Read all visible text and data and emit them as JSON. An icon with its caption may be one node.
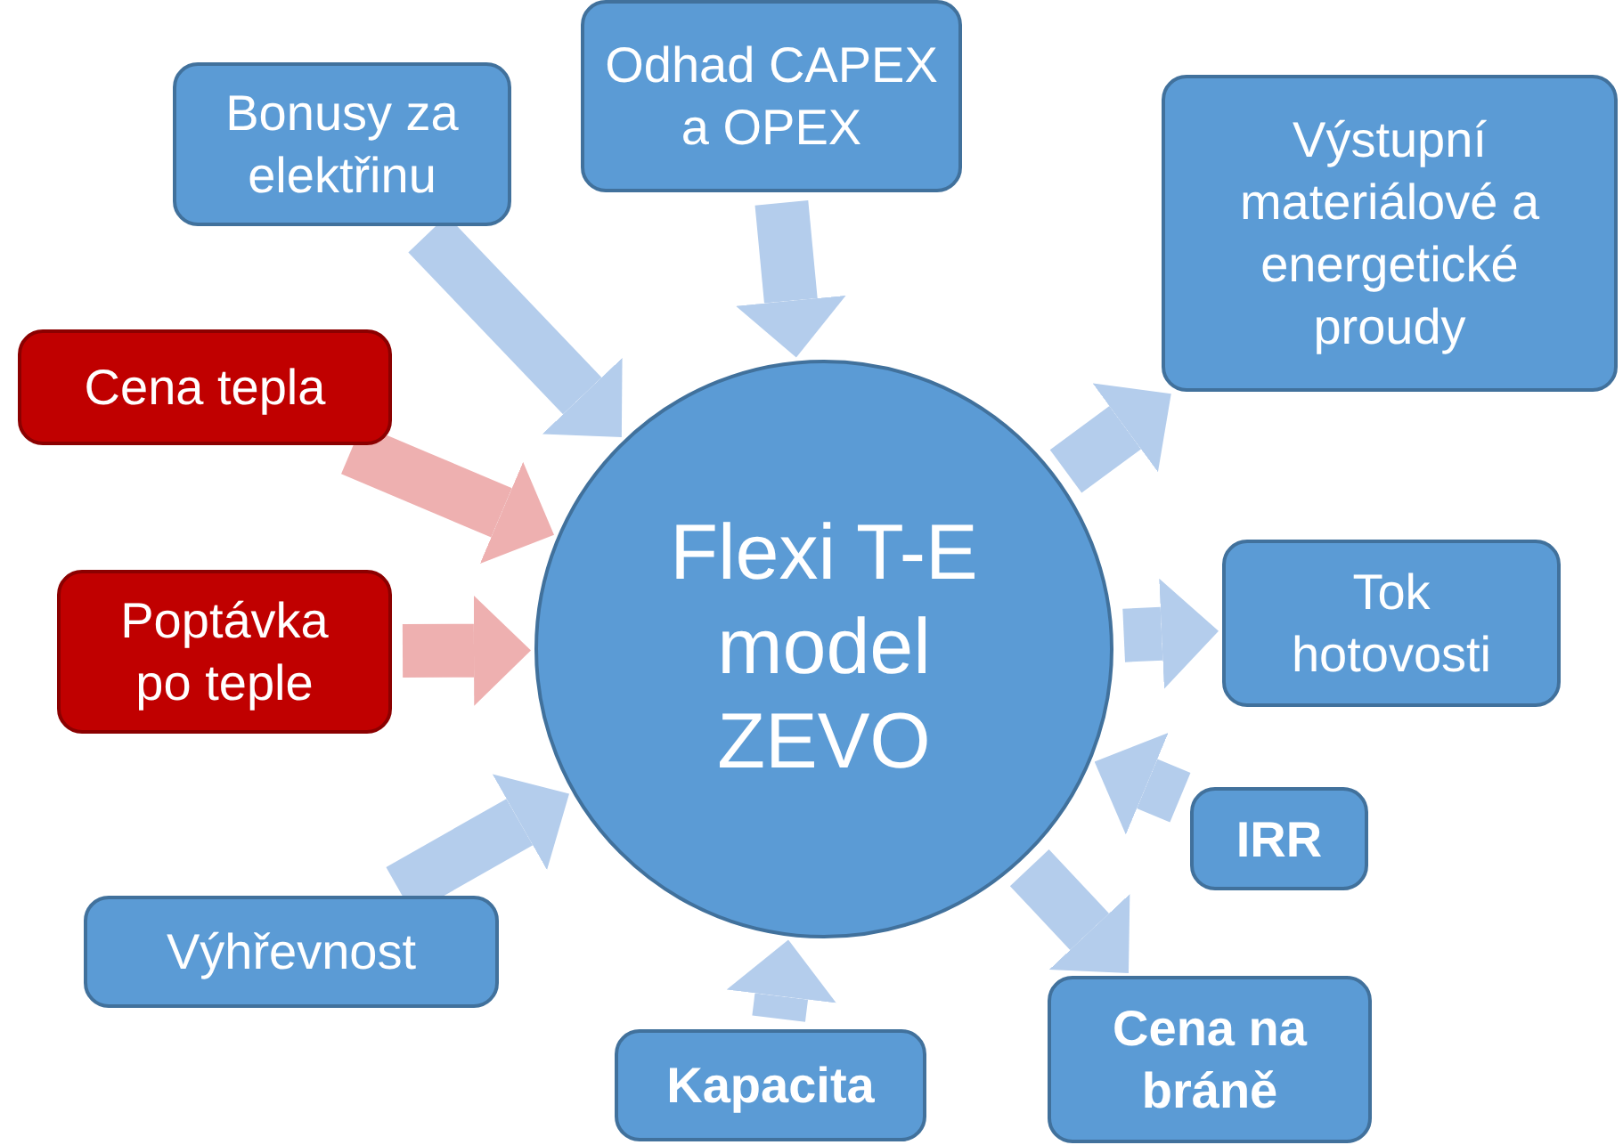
{
  "diagram": {
    "nodes": [
      {
        "text": [
          "Bonusy za elektřinu"
        ]
      },
      {
        "text": [
          "Odhad CAPEX a OPEX"
        ]
      },
      {
        "text": [
          "Výstupní materiálové a energetické proudy"
        ]
      },
      {
        "text": [
          "Cena tepla"
        ]
      },
      {
        "text": [
          "Poptávka po teple"
        ]
      },
      {
        "text": [
          "Flexi T-E model ZEVO"
        ]
      },
      {
        "text": [
          "Tok hotovosti"
        ]
      },
      {
        "text": [
          "IRR"
        ]
      },
      {
        "text": [
          "Výhřevnost"
        ]
      },
      {
        "text": [
          "Kapacita"
        ]
      },
      {
        "text": [
          "Cena na bráně"
        ]
      }
    ],
    "edges": [
      {
        "from": 0,
        "to": 5,
        "arrow": "to"
      },
      {
        "from": 1,
        "to": 5,
        "arrow": "to"
      },
      {
        "from": 5,
        "to": 2,
        "arrow": "to"
      },
      {
        "from": 3,
        "to": 5,
        "arrow": "to",
        "color": "#eeb0b0"
      },
      {
        "from": 4,
        "to": 5,
        "arrow": "to",
        "color": "#eeb0b0"
      },
      {
        "from": 5,
        "to": 6,
        "arrow": "to"
      },
      {
        "from": 7,
        "to": 5,
        "arrow": "to"
      },
      {
        "from": 8,
        "to": 5,
        "arrow": "to"
      },
      {
        "from": 9,
        "to": 5,
        "arrow": "to"
      },
      {
        "from": 5,
        "to": 10,
        "arrow": "to"
      }
    ]
  }
}
